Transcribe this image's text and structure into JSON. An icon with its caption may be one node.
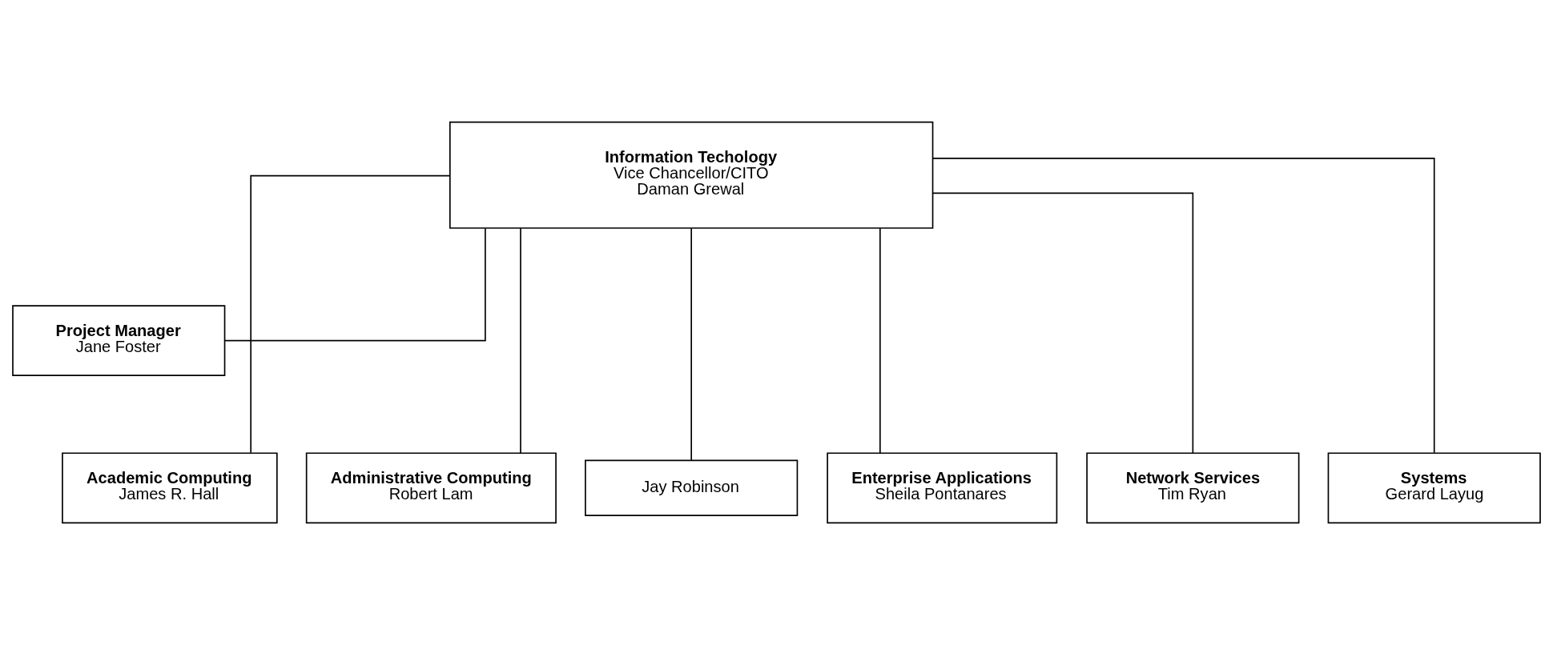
{
  "diagram": {
    "nodes": [
      {
        "text": [
          "Information Techology",
          "Vice Chancellor/CITO",
          "Daman Grewal"
        ]
      },
      {
        "text": [
          "Project Manager",
          "Jane Foster"
        ]
      },
      {
        "text": [
          "Academic Computing",
          "James R. Hall"
        ]
      },
      {
        "text": [
          "Administrative Computing",
          "Robert Lam"
        ]
      },
      {
        "text": [
          "Jay Robinson"
        ]
      },
      {
        "text": [
          "Enterprise Applications",
          "Sheila Pontanares"
        ]
      },
      {
        "text": [
          "Network Services",
          "Tim Ryan"
        ]
      },
      {
        "text": [
          "Systems",
          "Gerard Layug"
        ]
      }
    ],
    "edges": [
      {
        "from": 0,
        "to": 1,
        "arrow": "none"
      },
      {
        "from": 0,
        "to": 2,
        "arrow": "none"
      },
      {
        "from": 0,
        "to": 3,
        "arrow": "none"
      },
      {
        "from": 0,
        "to": 4,
        "arrow": "none"
      },
      {
        "from": 0,
        "to": 5,
        "arrow": "none"
      },
      {
        "from": 0,
        "to": 6,
        "arrow": "none"
      },
      {
        "from": 0,
        "to": 7,
        "arrow": "none"
      }
    ]
  }
}
